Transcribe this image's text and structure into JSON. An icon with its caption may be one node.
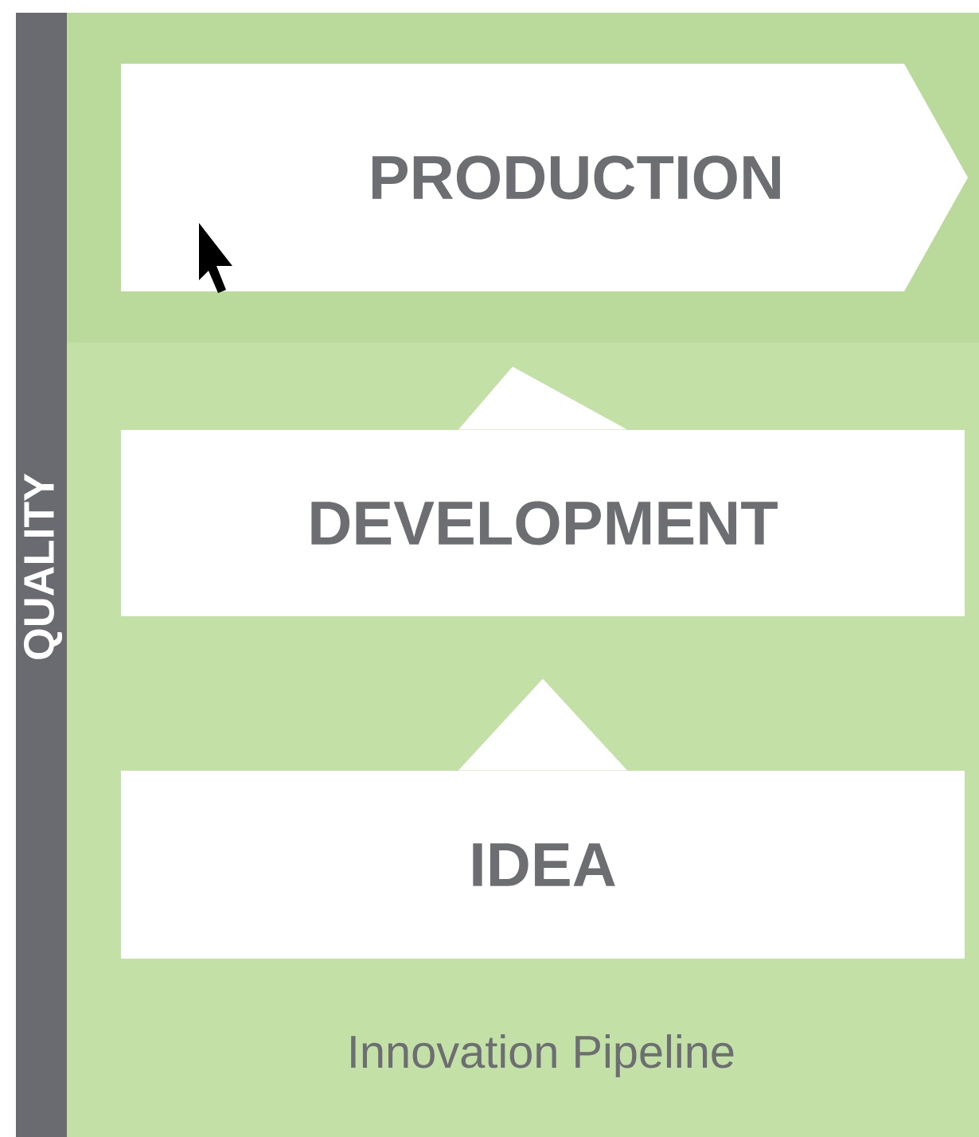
{
  "diagram": {
    "caption": "Innovation Pipeline",
    "nodes": [
      {
        "text": [
          "PRODUCTION"
        ]
      },
      {
        "text": [
          "DEVELOPMENT"
        ]
      },
      {
        "text": [
          "IDEA"
        ]
      }
    ],
    "edges": [
      {
        "from": 2,
        "to": 1,
        "arrow": "to"
      },
      {
        "from": 1,
        "to": 0,
        "arrow": "to"
      }
    ],
    "labels": [
      "QUALITY"
    ]
  }
}
